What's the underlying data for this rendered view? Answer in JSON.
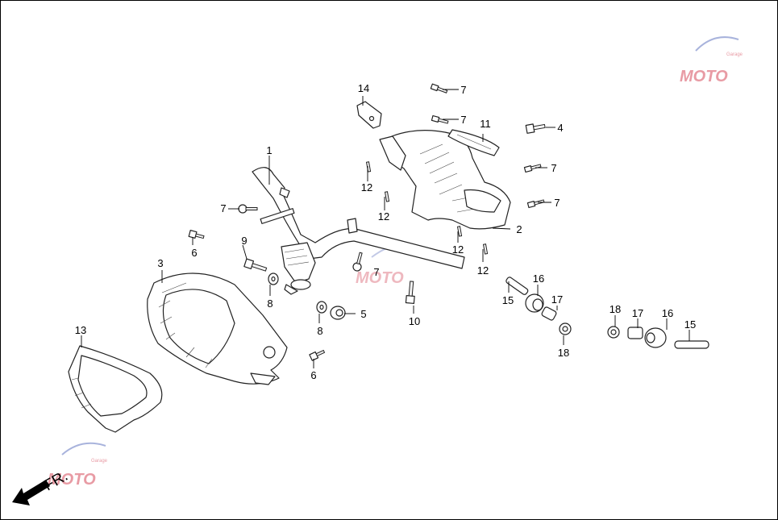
{
  "diagram": {
    "callouts": [
      {
        "id": "c1",
        "text": "1"
      },
      {
        "id": "c2",
        "text": "2"
      },
      {
        "id": "c3",
        "text": "3"
      },
      {
        "id": "c4",
        "text": "4"
      },
      {
        "id": "c5",
        "text": "5"
      },
      {
        "id": "c6a",
        "text": "6"
      },
      {
        "id": "c6b",
        "text": "6"
      },
      {
        "id": "c7a",
        "text": "7"
      },
      {
        "id": "c7b",
        "text": "7"
      },
      {
        "id": "c7c",
        "text": "7"
      },
      {
        "id": "c7d",
        "text": "7"
      },
      {
        "id": "c7e",
        "text": "7"
      },
      {
        "id": "c7f",
        "text": "7"
      },
      {
        "id": "c8a",
        "text": "8"
      },
      {
        "id": "c8b",
        "text": "8"
      },
      {
        "id": "c9",
        "text": "9"
      },
      {
        "id": "c10",
        "text": "10"
      },
      {
        "id": "c11",
        "text": "11"
      },
      {
        "id": "c12a",
        "text": "12"
      },
      {
        "id": "c12b",
        "text": "12"
      },
      {
        "id": "c12c",
        "text": "12"
      },
      {
        "id": "c12d",
        "text": "12"
      },
      {
        "id": "c13",
        "text": "13"
      },
      {
        "id": "c14",
        "text": "14"
      },
      {
        "id": "c15a",
        "text": "15"
      },
      {
        "id": "c15b",
        "text": "15"
      },
      {
        "id": "c16a",
        "text": "16"
      },
      {
        "id": "c16b",
        "text": "16"
      },
      {
        "id": "c17a",
        "text": "17"
      },
      {
        "id": "c17b",
        "text": "17"
      },
      {
        "id": "c18a",
        "text": "18"
      },
      {
        "id": "c18b",
        "text": "18"
      }
    ],
    "direction_label": "FR.",
    "watermark": {
      "main": "MOTO",
      "sub": "Garage"
    }
  }
}
